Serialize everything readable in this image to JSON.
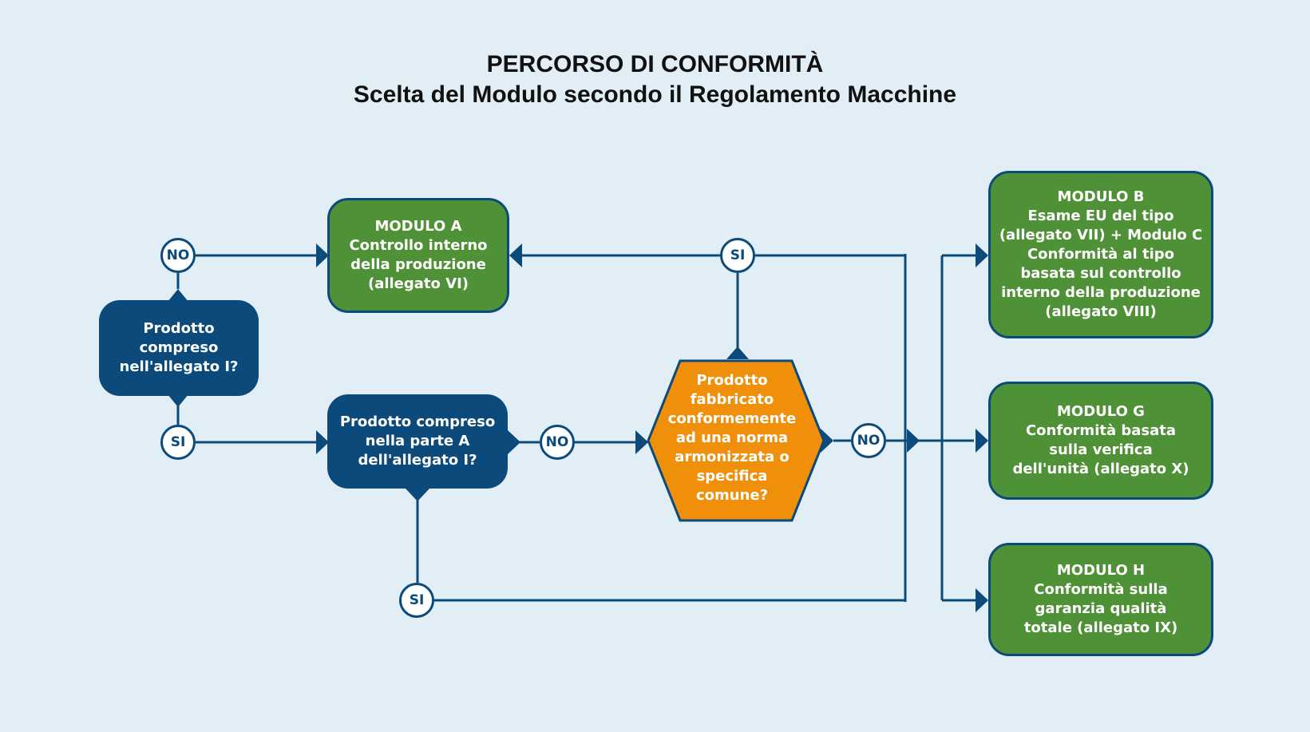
{
  "title": "PERCORSO DI CONFORMITÀ",
  "subtitle": "Scelta del Modulo secondo il Regolamento Macchine",
  "nodes": {
    "q1": "Prodotto\ncompreso\nnell'allegato I?",
    "q2": "Prodotto compreso\nnella parte A\ndell'allegato I?",
    "q3": "Prodotto\nfabbricato\nconformemente\nad una norma\narmonizzata o\nspecifica\ncomune?",
    "modulo_a": "MODULO A\nControllo interno\ndella produzione\n(allegato VI)",
    "modulo_b": "MODULO B\nEsame EU del tipo\n(allegato VII) + Modulo C\nConformità al tipo\nbasata sul controllo\ninterno della produzione\n(allegato VIII)",
    "modulo_g": "MODULO G\nConformità basata\nsulla verifica\ndell'unità (allegato X)",
    "modulo_h": "MODULO H\nConformità sulla\ngaranzia qualità\ntotale (allegato IX)"
  },
  "labels": {
    "no1": "NO",
    "si1": "SI",
    "no2": "NO",
    "si2": "SI",
    "si3": "SI",
    "no3": "NO"
  },
  "colors": {
    "background": "#e1eef6",
    "navy": "#0b4a7a",
    "green": "#4f9136",
    "orange": "#f0900a"
  }
}
